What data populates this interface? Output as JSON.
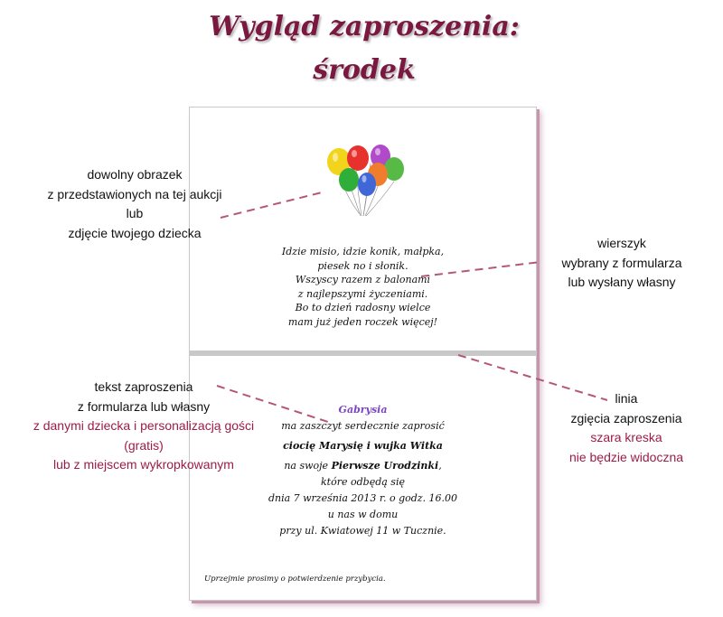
{
  "title": {
    "line1": "Wygląd  zaproszenia:",
    "line2": "środek"
  },
  "card": {
    "poem": [
      "Idzie misio, idzie konik, małpka,",
      "piesek no i słonik.",
      "Wszyscy razem z balonami",
      "z najlepszymi życzeniami.",
      "Bo to dzień radosny wielce",
      "mam już jeden roczek więcej!"
    ],
    "invitation": {
      "child_name": "Gabrysia",
      "line1": "ma zaszczyt serdecznie zaprosić",
      "guests": "ciocię Marysię i wujka Witka",
      "line3_prefix": "na swoje ",
      "event": "Pierwsze Urodzinki",
      "line3_suffix": ",",
      "line4": "które odbędą się",
      "line5": "dnia 7 września 2013 r. o godz. 16.00",
      "line6": "u nas w domu",
      "line7": "przy ul. Kwiatowej 11 w Tucznie."
    },
    "footer": "Uprzejmie prosimy o potwierdzenie przybycia."
  },
  "notes": {
    "picture": [
      "dowolny obrazek",
      "z przedstawionych na tej aukcji",
      "lub",
      "zdjęcie twojego dziecka"
    ],
    "poem": [
      "wierszyk",
      "wybrany z formularza",
      "lub wysłany własny"
    ],
    "text": {
      "l1": "tekst zaproszenia",
      "l2": "z formularza lub własny",
      "l3": "z danymi dziecka i personalizacją gości",
      "l4": "(gratis)",
      "l5": "lub z miejscem wykropkowanym"
    },
    "fold": {
      "l1": "linia",
      "l2": "zgięcia zaproszenia",
      "l3": "szara kreska",
      "l4": "nie będzie widoczna"
    }
  },
  "colors": {
    "title": "#7a1840",
    "annotation_red": "#9d1c46",
    "leader_line": "#b3577c",
    "child_name": "#7a44c4",
    "fold_line": "#c8c8c8"
  },
  "icons": [
    "balloons-image"
  ]
}
